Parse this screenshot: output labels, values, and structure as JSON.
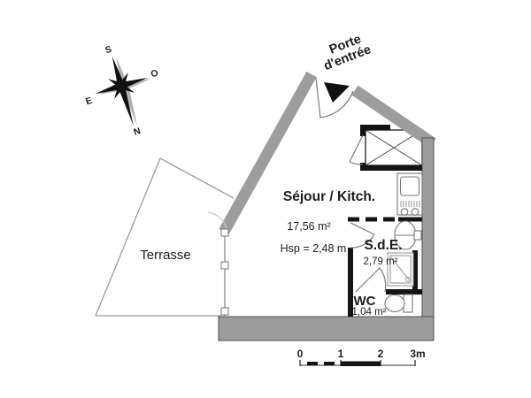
{
  "plan": {
    "type": "studio-floor-plan",
    "entrance": {
      "label_line1": "Porte",
      "label_line2": "d'entrée"
    },
    "compass": {
      "n": "N",
      "s": "S",
      "e": "E",
      "o": "O"
    },
    "rooms": {
      "sejour": {
        "name": "Séjour / Kitch.",
        "area": "17,56 m²",
        "ceiling_height": "Hsp = 2,48 m"
      },
      "sde": {
        "name": "S.d.E.",
        "area": "2,79 m²"
      },
      "wc": {
        "name": "WC",
        "area": "1,04 m²"
      },
      "terrasse": {
        "name": "Terrasse"
      }
    },
    "fixtures": [
      "closet",
      "kitchenette",
      "washbasin",
      "shower",
      "toilet",
      "entrance-door",
      "sde-door",
      "wc-door",
      "closet-door",
      "terrace-window"
    ],
    "scale_bar": {
      "labels": [
        "0",
        "1",
        "2",
        "3m"
      ]
    },
    "colors": {
      "wall_gray": "#9d9d9d",
      "wall_black": "#141414",
      "faded_text": "#a9a9a9",
      "background": "#ffffff"
    }
  }
}
